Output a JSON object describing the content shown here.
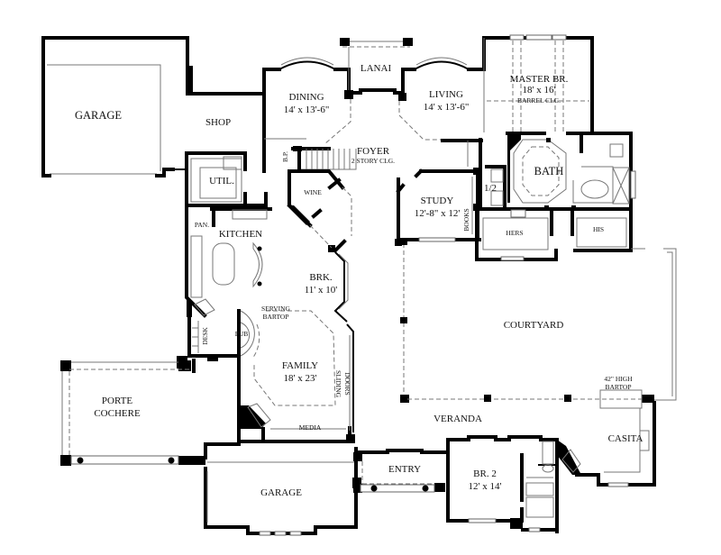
{
  "plan": {
    "rooms": {
      "garage_left": {
        "name": "GARAGE"
      },
      "shop": {
        "name": "SHOP"
      },
      "dining": {
        "name": "DINING",
        "size": "14' x 13'-6\""
      },
      "lanai": {
        "name": "LANAI"
      },
      "living": {
        "name": "LIVING",
        "size": "14' x 13'-6\""
      },
      "master": {
        "name": "MASTER BR.",
        "size": "18' x 16'",
        "note": "BARREL CLG."
      },
      "foyer": {
        "name": "FOYER",
        "note": "2 STORY CLG."
      },
      "bp": {
        "name": "B.P."
      },
      "util": {
        "name": "UTIL."
      },
      "wine": {
        "name": "WINE"
      },
      "bath": {
        "name": "BATH"
      },
      "half_bath": {
        "name": "1/2"
      },
      "study": {
        "name": "STUDY",
        "size": "12'-8\" x 12'"
      },
      "books": {
        "name": "BOOKS"
      },
      "hers": {
        "name": "HERS"
      },
      "his": {
        "name": "HIS"
      },
      "pan": {
        "name": "PAN."
      },
      "kitchen": {
        "name": "KITCHEN"
      },
      "brk": {
        "name": "BRK.",
        "size": "11' x 10'"
      },
      "serving": {
        "line1": "SERVING",
        "line2": "BARTOP"
      },
      "pub": {
        "name": "PUB"
      },
      "desk": {
        "name": "DESK"
      },
      "family": {
        "name": "FAMILY",
        "size": "18' x 23'"
      },
      "sliding": {
        "line1": "SLIDING",
        "line2": "DOORS"
      },
      "media": {
        "name": "MEDIA"
      },
      "courtyard": {
        "name": "COURTYARD"
      },
      "bartop42": {
        "line1": "42\" HIGH",
        "line2": "BARTOP"
      },
      "porte": {
        "line1": "PORTE",
        "line2": "COCHERE"
      },
      "veranda": {
        "name": "VERANDA"
      },
      "casita": {
        "name": "CASITA"
      },
      "entry": {
        "name": "ENTRY"
      },
      "br2": {
        "name": "BR. 2",
        "size": "12' x 14'"
      },
      "garage_bottom": {
        "name": "GARAGE"
      }
    }
  }
}
